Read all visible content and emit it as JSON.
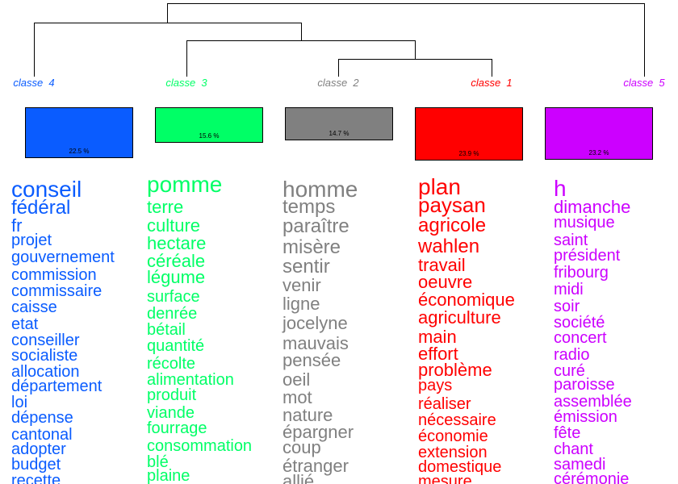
{
  "classes": [
    {
      "label": "classe  4",
      "color": "#0a5cff",
      "percent": "22.5 %",
      "percent_value": 22.5,
      "words": [
        "conseil",
        "fédéral",
        "fr",
        "projet",
        "gouvernement",
        "commission",
        "commissaire",
        "caisse",
        "etat",
        "conseiller",
        "socialiste",
        "allocation",
        "département",
        "loi",
        "dépense",
        "cantonal",
        "adopter",
        "budget",
        "recette"
      ]
    },
    {
      "label": "classe  3",
      "color": "#00ff66",
      "percent": "15.6 %",
      "percent_value": 15.6,
      "words": [
        "pomme",
        "terre",
        "culture",
        "hectare",
        "céréale",
        "légume",
        "surface",
        "denrée",
        "bétail",
        "quantité",
        "récolte",
        "alimentation",
        "produit",
        "viande",
        "fourrage",
        "consommation",
        "blé",
        "plaine"
      ]
    },
    {
      "label": "classe  2",
      "color": "#808080",
      "percent": "14.7 %",
      "percent_value": 14.7,
      "words": [
        "homme",
        "temps",
        "paraître",
        "misère",
        "sentir",
        "venir",
        "ligne",
        "jocelyne",
        "mauvais",
        "pensée",
        "oeil",
        "mot",
        "nature",
        "épargner",
        "coup",
        "étranger",
        "allié"
      ]
    },
    {
      "label": "classe  1",
      "color": "#ff0000",
      "percent": "23.9 %",
      "percent_value": 23.9,
      "words": [
        "plan",
        "paysan",
        "agricole",
        "wahlen",
        "travail",
        "oeuvre",
        "économique",
        "agriculture",
        "main",
        "effort",
        "problème",
        "pays",
        "réaliser",
        "nécessaire",
        "économie",
        "extension",
        "domestique",
        "mesure"
      ]
    },
    {
      "label": "classe  5",
      "color": "#cc00ff",
      "percent": "23.2 %",
      "percent_value": 23.2,
      "words": [
        "h",
        "dimanche",
        "musique",
        "saint",
        "président",
        "fribourg",
        "midi",
        "soir",
        "société",
        "concert",
        "radio",
        "curé",
        "paroisse",
        "assemblée",
        "émission",
        "fête",
        "chant",
        "samedi",
        "cérémonie"
      ]
    }
  ]
}
